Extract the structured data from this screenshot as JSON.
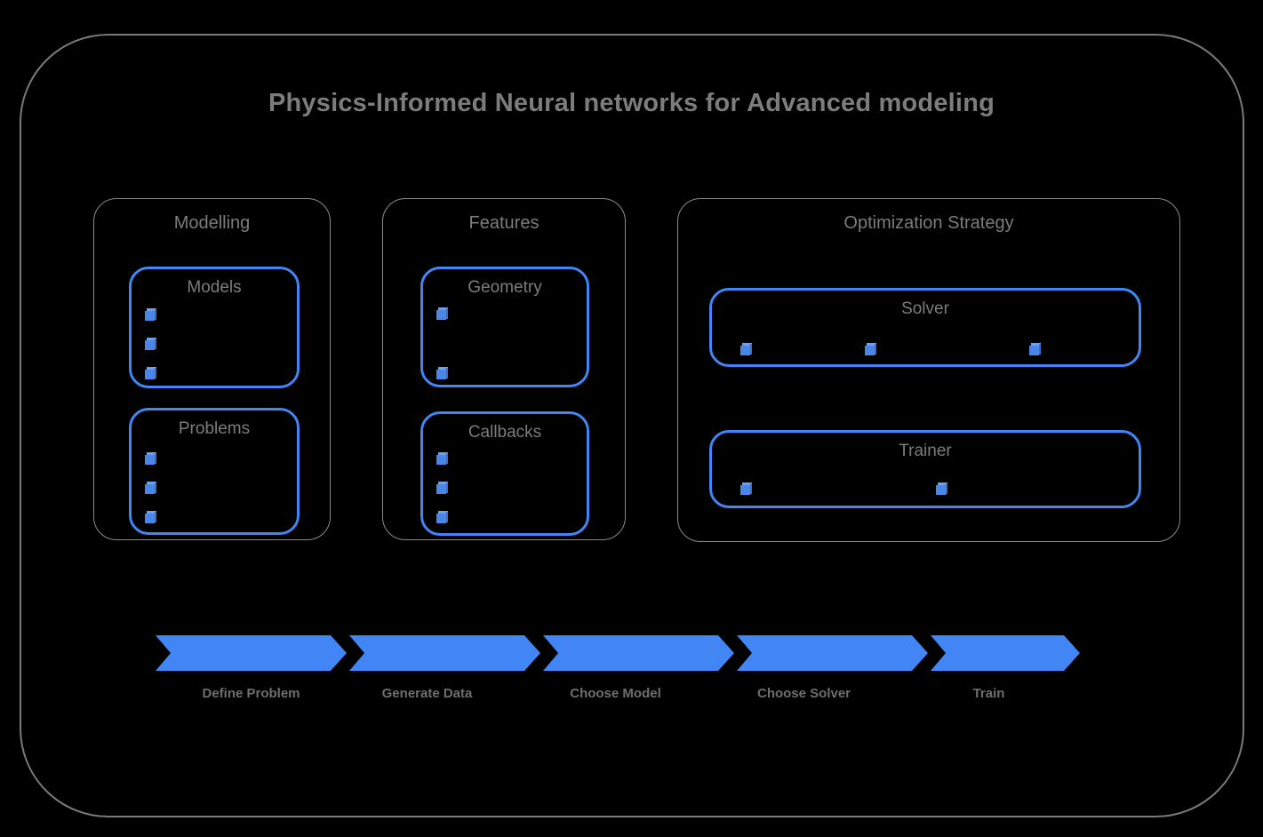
{
  "diagram": {
    "title": "Physics-Informed Neural networks for Advanced modeling",
    "background_color": "#000000",
    "accent_color": "#4285F4",
    "text_color": "#7c7c7c",
    "border_color": "#7a7a7a"
  },
  "groups": [
    {
      "id": "modelling",
      "title": "Modelling",
      "boxes": [
        {
          "id": "models",
          "title": "Models",
          "bullet_count": 3,
          "bullet_layout": "vertical"
        },
        {
          "id": "problems",
          "title": "Problems",
          "bullet_count": 3,
          "bullet_layout": "vertical"
        }
      ]
    },
    {
      "id": "features",
      "title": "Features",
      "boxes": [
        {
          "id": "geometry",
          "title": "Geometry",
          "bullet_count": 2,
          "bullet_layout": "vertical"
        },
        {
          "id": "callbacks",
          "title": "Callbacks",
          "bullet_count": 3,
          "bullet_layout": "vertical"
        }
      ]
    },
    {
      "id": "optimization",
      "title": "Optimization Strategy",
      "boxes": [
        {
          "id": "solver",
          "title": "Solver",
          "bullet_count": 3,
          "bullet_layout": "horizontal"
        },
        {
          "id": "trainer",
          "title": "Trainer",
          "bullet_count": 2,
          "bullet_layout": "horizontal"
        }
      ]
    }
  ],
  "pipeline": {
    "steps": [
      {
        "label": "Define Problem"
      },
      {
        "label": "Generate Data"
      },
      {
        "label": "Choose Model"
      },
      {
        "label": "Choose Solver"
      },
      {
        "label": "Train"
      }
    ]
  }
}
